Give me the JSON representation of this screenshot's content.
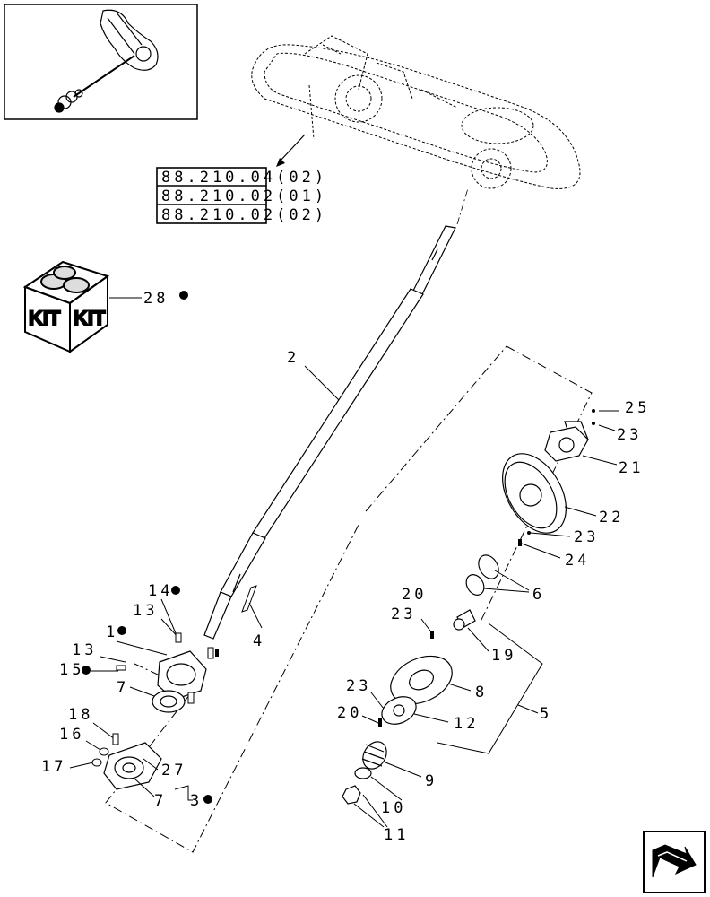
{
  "references": [
    "88.210.04(02)",
    "88.210.02(01)",
    "88.210.02(02)"
  ],
  "kit_label": "KIT",
  "callouts": {
    "c2": "2",
    "c28": "28",
    "c25": "25",
    "c23a": "23",
    "c21": "21",
    "c22": "22",
    "c23b": "23",
    "c24": "24",
    "c6": "6",
    "c20a": "20",
    "c23c": "23",
    "c19": "19",
    "c14": "14",
    "c13a": "13",
    "c1": "1",
    "c13b": "13",
    "c15": "15",
    "c4": "4",
    "c7a": "7",
    "c8": "8",
    "c23d": "23",
    "c20b": "20",
    "c12": "12",
    "c5": "5",
    "c18": "18",
    "c16": "16",
    "c17": "17",
    "c27": "27",
    "c7b": "7",
    "c3": "3",
    "c9": "9",
    "c10": "10",
    "c11": "11"
  }
}
